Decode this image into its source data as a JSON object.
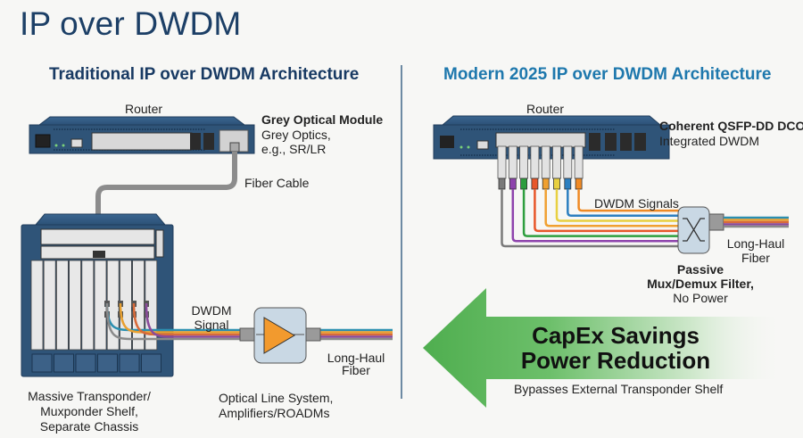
{
  "page": {
    "title": "IP over DWDM"
  },
  "left": {
    "heading": "Traditional IP over DWDM Architecture",
    "router_label": "Router",
    "module_title": "Grey Optical Module",
    "module_desc_1": "Grey Optics,",
    "module_desc_2": "e.g., SR/LR",
    "fiber_cable": "Fiber Cable",
    "dwdm_signal_1": "DWDM",
    "dwdm_signal_2": "Signal",
    "long_haul_1": "Long-Haul",
    "long_haul_2": "Fiber",
    "shelf_1": "Massive Transponder/",
    "shelf_2": "Muxponder Shelf,",
    "shelf_3": "Separate Chassis",
    "ols_1": "Optical Line System,",
    "ols_2": "Amplifiers/ROADMs"
  },
  "right": {
    "heading": "Modern 2025 IP over DWDM Architecture",
    "router_label": "Router",
    "module_title": "Coherent QSFP-DD DCO,",
    "module_desc": "Integrated DWDM",
    "dwdm_signals": "DWDM Signals",
    "long_haul_1": "Long-Haul",
    "long_haul_2": "Fiber",
    "filter_1": "Passive",
    "filter_2": "Mux/Demux Filter,",
    "filter_3": "No Power"
  },
  "benefit": {
    "line_1": "CapEx Savings",
    "line_2": "Power Reduction",
    "caption": "Bypasses External Transponder Shelf"
  },
  "colors": {
    "title": "#1c3f66",
    "left_heading": "#183a63",
    "right_heading": "#1e78ad",
    "device_blue": "#2f5478",
    "amplifier": "#f29a2e",
    "arrow_green": "#5cb85c",
    "wavelengths": [
      "#7a7a7a",
      "#8e44ad",
      "#2e9e3e",
      "#e8572a",
      "#f0a030",
      "#e8d040",
      "#2c7fc0",
      "#f08a24"
    ],
    "bundle": [
      "#2b8fb0",
      "#e8a030",
      "#d86a3a",
      "#8a4a9a",
      "#8a8a8a"
    ]
  }
}
